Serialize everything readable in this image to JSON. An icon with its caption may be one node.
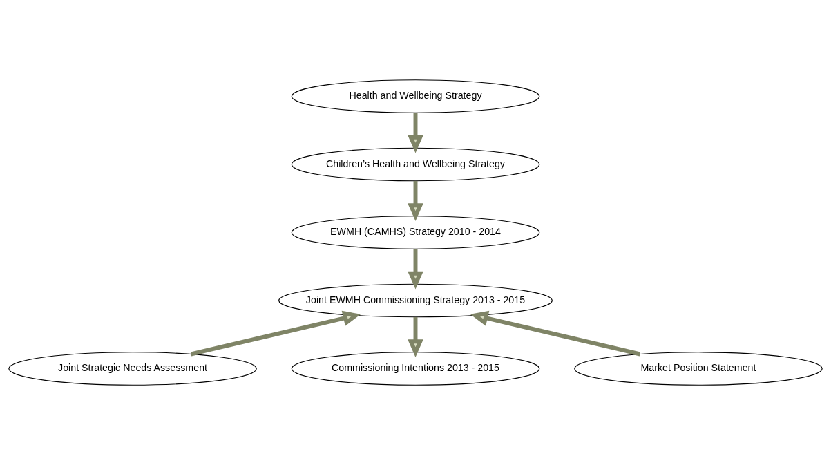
{
  "diagram": {
    "nodes": [
      {
        "text": [
          "Health and Wellbeing Strategy"
        ]
      },
      {
        "text": [
          "Children’s Health and Wellbeing Strategy"
        ]
      },
      {
        "text": [
          "EWMH (CAMHS) Strategy 2010 - 2014"
        ]
      },
      {
        "text": [
          "Joint EWMH Commissioning Strategy 2013 - 2015"
        ]
      },
      {
        "text": [
          "Joint Strategic Needs Assessment"
        ]
      },
      {
        "text": [
          "Market Position Statement"
        ]
      },
      {
        "text": [
          "Commissioning Intentions 2013 - 2015"
        ]
      }
    ],
    "edges": [
      {
        "from": 0,
        "to": 1,
        "arrow": "to"
      },
      {
        "from": 1,
        "to": 2,
        "arrow": "to"
      },
      {
        "from": 2,
        "to": 3,
        "arrow": "to"
      },
      {
        "from": 4,
        "to": 3,
        "arrow": "to"
      },
      {
        "from": 5,
        "to": 3,
        "arrow": "to"
      },
      {
        "from": 3,
        "to": 6,
        "arrow": "to"
      }
    ]
  }
}
